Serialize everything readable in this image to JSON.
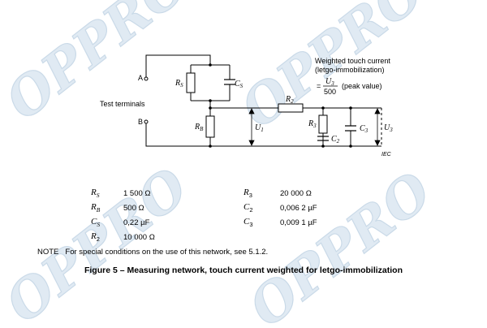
{
  "watermark": {
    "text": "OPPRO"
  },
  "diagram": {
    "weighted_label_line1": "Weighted touch current",
    "weighted_label_line2": "(letgo-immobilization)",
    "formula_eq": "=",
    "formula_num": "U",
    "formula_num_sub": "3",
    "formula_den": "500",
    "formula_note": "(peak value)",
    "test_terminals": "Test terminals",
    "terminal_a": "A",
    "terminal_b": "B",
    "r_s": "R",
    "r_s_sub": "S",
    "c_s": "C",
    "c_s_sub": "S",
    "r_b": "R",
    "r_b_sub": "B",
    "u1": "U",
    "u1_sub": "1",
    "r2": "R",
    "r2_sub": "2",
    "r3": "R",
    "r3_sub": "3",
    "c2": "C",
    "c2_sub": "2",
    "c3": "C",
    "c3_sub": "3",
    "u3": "U",
    "u3_sub": "3",
    "iec": "IEC"
  },
  "params": [
    {
      "sym": "R",
      "sub": "S",
      "val": "1 500 Ω",
      "sym2": "R",
      "sub2": "3",
      "val2": "20 000 Ω"
    },
    {
      "sym": "R",
      "sub": "B",
      "val": "500 Ω",
      "sym2": "C",
      "sub2": "2",
      "val2": "0,006 2 µF"
    },
    {
      "sym": "C",
      "sub": "S",
      "val": "0,22 µF",
      "sym2": "C",
      "sub2": "3",
      "val2": "0,009 1 µF"
    },
    {
      "sym": "R",
      "sub": "2",
      "val": "10 000 Ω"
    }
  ],
  "note": {
    "label": "NOTE",
    "text": "For special conditions on the use of this network, see 5.1.2."
  },
  "caption": "Figure 5 – Measuring network, touch current weighted for letgo-immobilization"
}
